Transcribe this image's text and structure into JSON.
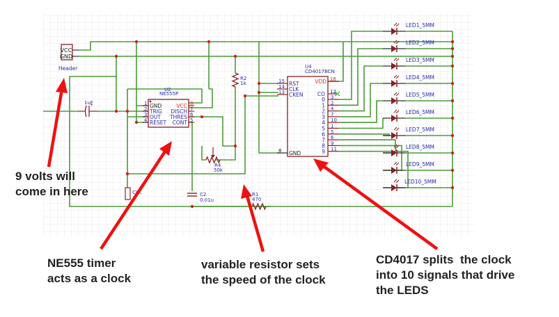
{
  "schematic": {
    "colors": {
      "wire": "#4d9a3a",
      "component": "#8a2020",
      "junction": "#cc2222",
      "label": "#2a2aa8",
      "pin_number": "#2a2aa8",
      "power_pin": "#e03030",
      "grid": "#e6e6e6",
      "arrow": "#ee1111",
      "no_connect": "#3cbb3c"
    },
    "header": {
      "ref": "Header",
      "pins": [
        "VCC",
        "GND"
      ]
    },
    "capacitor_c1": {
      "value": "1uF"
    },
    "ne555": {
      "ref": "U2",
      "part": "NE555P",
      "left_pins": [
        {
          "num": "1",
          "name": "GND"
        },
        {
          "num": "2",
          "name": "TRIG"
        },
        {
          "num": "3",
          "name": "OUT"
        },
        {
          "num": "4",
          "name": "RESET"
        }
      ],
      "right_pins": [
        {
          "num": "8",
          "name": "VCC"
        },
        {
          "num": "7",
          "name": "DISCH"
        },
        {
          "num": "6",
          "name": "THRES"
        },
        {
          "num": "5",
          "name": "CONT"
        }
      ]
    },
    "r2": {
      "ref": "R2",
      "value": "1k"
    },
    "r4": {
      "ref": "R4",
      "value": "50k"
    },
    "c2": {
      "ref": "C2",
      "value": "0.01u"
    },
    "r1": {
      "ref": "R1",
      "value": "470"
    },
    "clk_port": {
      "label": "CLK"
    },
    "cd4017": {
      "ref": "U4",
      "part": "CD4017BCN",
      "left_pins": [
        {
          "num": "15",
          "name": "RST"
        },
        {
          "num": "14",
          "name": "CLK"
        },
        {
          "num": "13",
          "name": "CKEN"
        },
        {
          "num": "8",
          "name": "GND"
        }
      ],
      "vdd": {
        "num": "16",
        "name": "VDD"
      },
      "co": {
        "num": "12",
        "name": "CO"
      },
      "outputs": [
        {
          "name": "0",
          "num": "3"
        },
        {
          "name": "1",
          "num": "2"
        },
        {
          "name": "2",
          "num": "4"
        },
        {
          "name": "3",
          "num": "7"
        },
        {
          "name": "4",
          "num": "10"
        },
        {
          "name": "5",
          "num": "1"
        },
        {
          "name": "6",
          "num": "5"
        },
        {
          "name": "7",
          "num": "6"
        },
        {
          "name": "8",
          "num": "9"
        },
        {
          "name": "9",
          "num": "11"
        }
      ]
    },
    "leds": [
      "LED1_5MM",
      "LED2_5MM",
      "LED3_5MM",
      "LED4_5MM",
      "LED5_5MM",
      "LED6_5MM",
      "LED7_5MM",
      "LED8_5MM",
      "LED9_5MM",
      "LED10_5MM"
    ]
  },
  "annotations": {
    "power": "9 volts will\ncome in here",
    "timer": "NE555 timer\nacts as a clock",
    "variable_resistor": "variable resistor sets\nthe speed of the clock",
    "counter": "CD4017 splits  the clock\ninto 10 signals that drive\nthe LEDS"
  }
}
